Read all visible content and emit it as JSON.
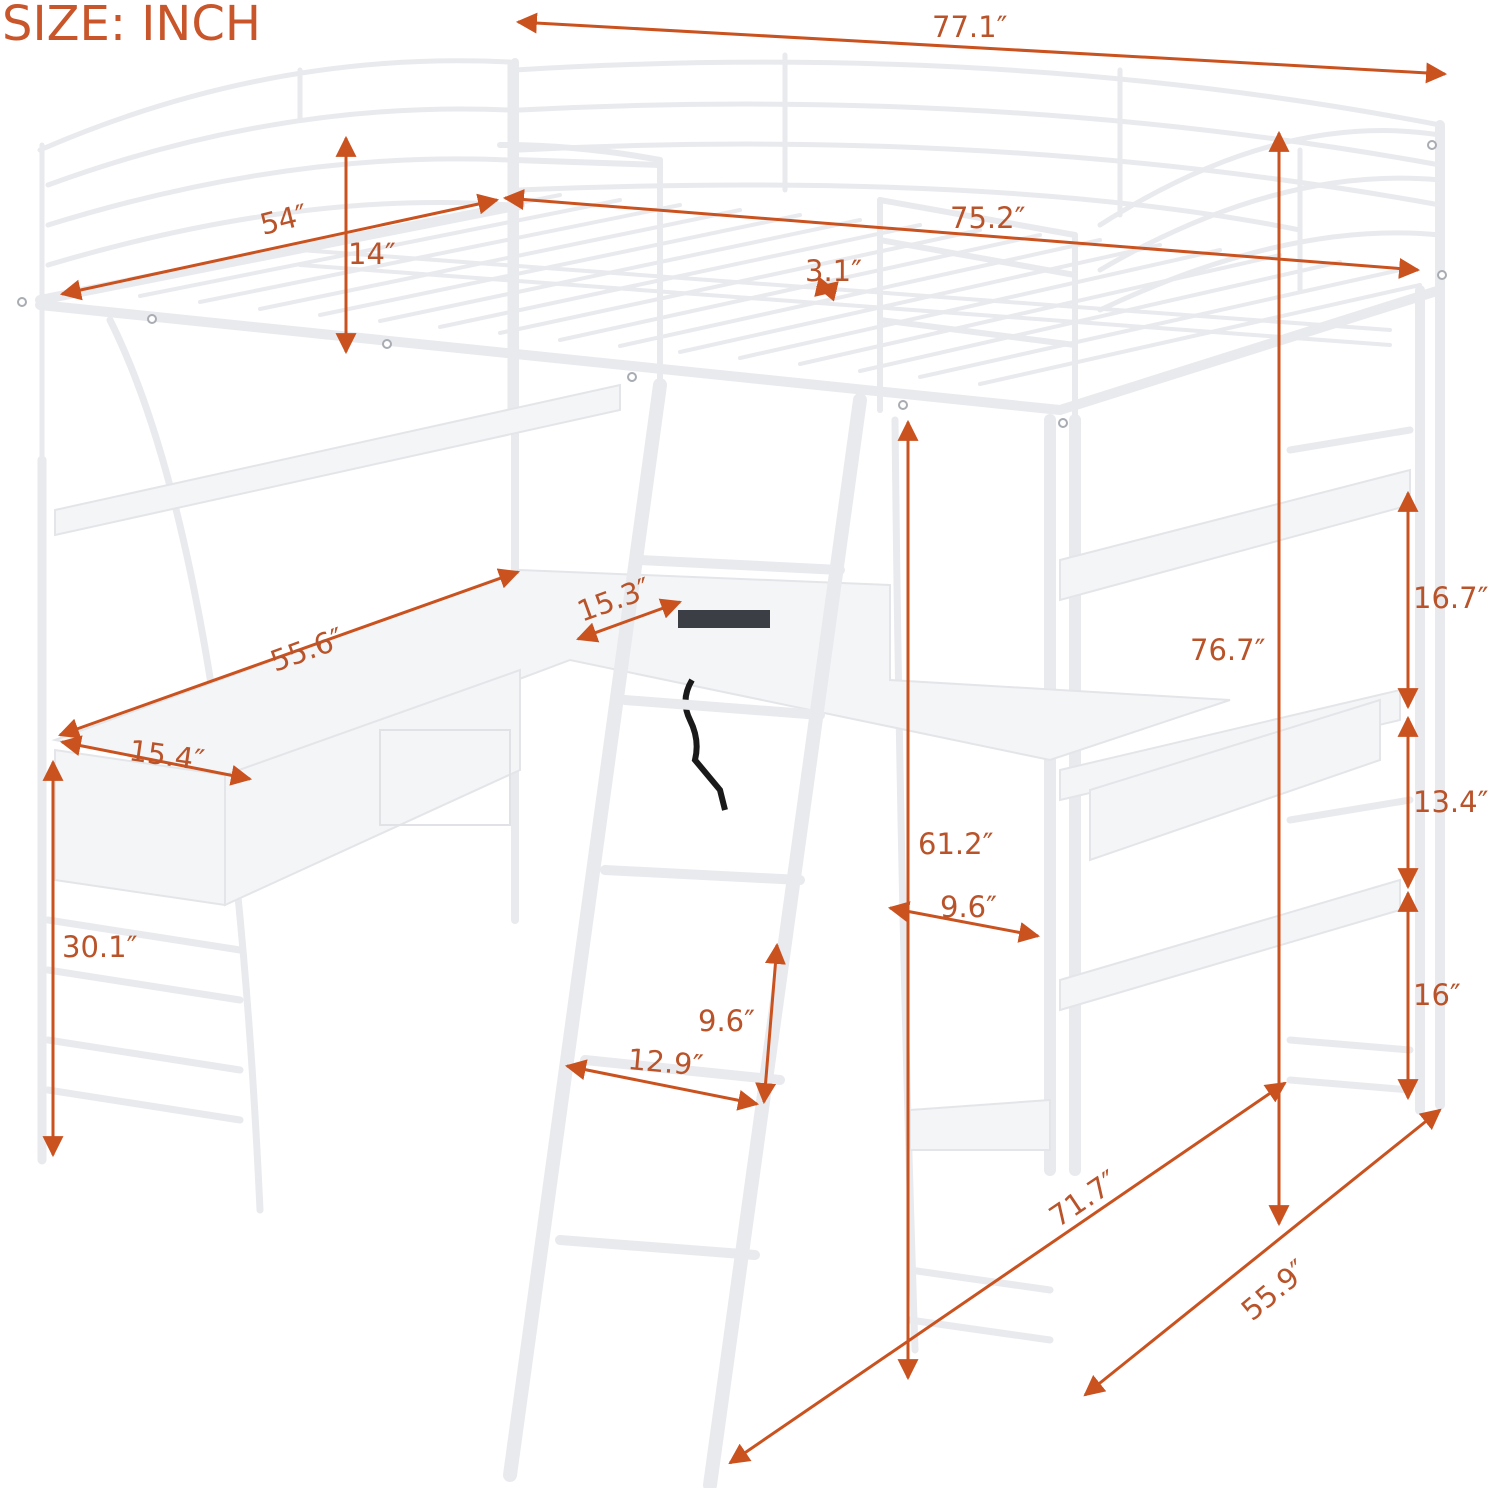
{
  "title": "SIZE: INCH",
  "accent_color": "#c9521f",
  "product": "White metal loft bed with L-shaped desk, storage shelves, cabinets, ladder and power outlet",
  "dimensions": {
    "overall_length": "77.1″",
    "bed_width": "54″",
    "guardrail_height": "14″",
    "slat_gap": "3.1″",
    "bed_length": "75.2″",
    "overall_height": "76.7″",
    "shelf_spacing_top": "16.7″",
    "shelf_spacing_middle": "13.4″",
    "shelf_spacing_bottom": "16″",
    "desk_length": "55.6″",
    "desk_return_width": "15.3″",
    "desk_depth": "15.4″",
    "desk_height": "30.1″",
    "under_bed_clearance": "61.2″",
    "shelf_depth": "9.6″",
    "ladder_rung_spacing": "9.6″",
    "ladder_width": "12.9″",
    "ladder_footprint": "71.7″",
    "overall_width": "55.9″"
  }
}
